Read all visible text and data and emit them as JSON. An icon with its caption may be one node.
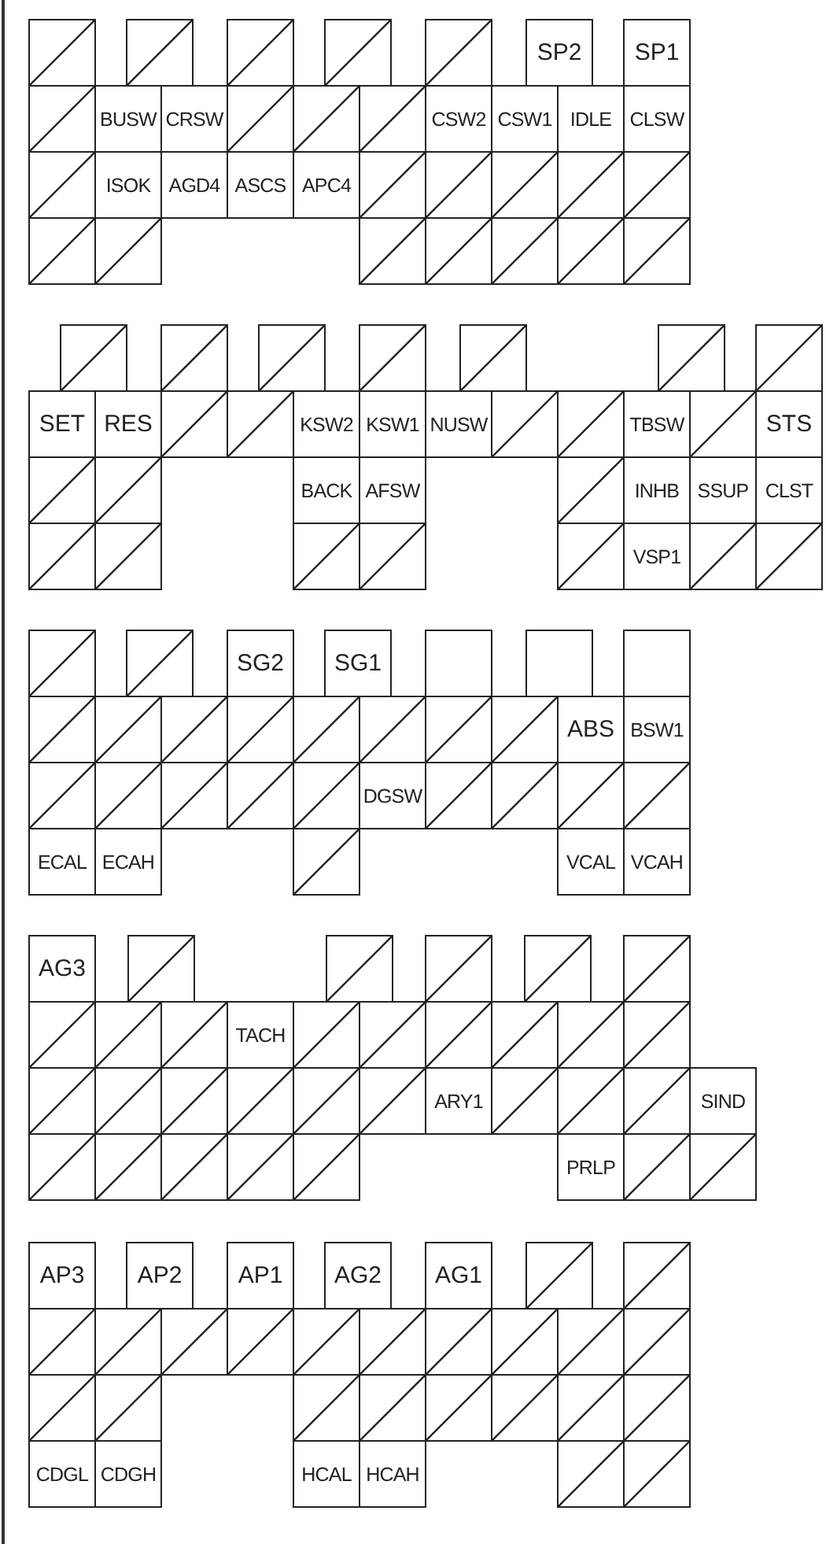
{
  "diagram": {
    "nodes": [
      {
        "text": [],
        "shape": "slashed"
      },
      {
        "text": [],
        "shape": "slashed"
      },
      {
        "text": [],
        "shape": "slashed"
      },
      {
        "text": [],
        "shape": "slashed"
      },
      {
        "text": [],
        "shape": "slashed"
      },
      {
        "text": [
          "SP2"
        ]
      },
      {
        "text": [
          "SP1"
        ]
      },
      {
        "text": [],
        "shape": "slashed"
      },
      {
        "text": [
          "BUSW"
        ]
      },
      {
        "text": [
          "CRSW"
        ]
      },
      {
        "text": [],
        "shape": "slashed"
      },
      {
        "text": [],
        "shape": "slashed"
      },
      {
        "text": [],
        "shape": "slashed"
      },
      {
        "text": [
          "CSW2"
        ]
      },
      {
        "text": [
          "CSW1"
        ]
      },
      {
        "text": [
          "IDLE"
        ]
      },
      {
        "text": [
          "CLSW"
        ]
      },
      {
        "text": [],
        "shape": "slashed"
      },
      {
        "text": [
          "ISOK"
        ]
      },
      {
        "text": [
          "AGD4"
        ]
      },
      {
        "text": [
          "ASCS"
        ]
      },
      {
        "text": [
          "APC4"
        ]
      },
      {
        "text": [],
        "shape": "slashed"
      },
      {
        "text": [],
        "shape": "slashed"
      },
      {
        "text": [],
        "shape": "slashed"
      },
      {
        "text": [],
        "shape": "slashed"
      },
      {
        "text": [],
        "shape": "slashed"
      },
      {
        "text": [],
        "shape": "slashed"
      },
      {
        "text": [],
        "shape": "slashed"
      },
      {
        "text": [],
        "shape": "slashed"
      },
      {
        "text": [],
        "shape": "slashed"
      },
      {
        "text": [],
        "shape": "slashed"
      },
      {
        "text": [],
        "shape": "slashed"
      },
      {
        "text": [],
        "shape": "slashed"
      },
      {
        "text": [],
        "shape": "slashed"
      },
      {
        "text": [],
        "shape": "slashed"
      },
      {
        "text": [],
        "shape": "slashed"
      },
      {
        "text": [],
        "shape": "slashed"
      },
      {
        "text": [],
        "shape": "slashed"
      },
      {
        "text": [],
        "shape": "slashed"
      },
      {
        "text": [],
        "shape": "slashed"
      },
      {
        "text": [
          "SET"
        ]
      },
      {
        "text": [
          "RES"
        ]
      },
      {
        "text": [],
        "shape": "slashed"
      },
      {
        "text": [],
        "shape": "slashed"
      },
      {
        "text": [
          "KSW2"
        ]
      },
      {
        "text": [
          "KSW1"
        ]
      },
      {
        "text": [
          "NUSW"
        ]
      },
      {
        "text": [],
        "shape": "slashed"
      },
      {
        "text": [],
        "shape": "slashed"
      },
      {
        "text": [
          "TBSW"
        ]
      },
      {
        "text": [],
        "shape": "slashed"
      },
      {
        "text": [
          "STS"
        ]
      },
      {
        "text": [],
        "shape": "slashed"
      },
      {
        "text": [],
        "shape": "slashed"
      },
      {
        "text": [
          "BACK"
        ]
      },
      {
        "text": [
          "AFSW"
        ]
      },
      {
        "text": [],
        "shape": "slashed"
      },
      {
        "text": [
          "INHB"
        ]
      },
      {
        "text": [
          "SSUP"
        ]
      },
      {
        "text": [
          "CLST"
        ]
      },
      {
        "text": [],
        "shape": "slashed"
      },
      {
        "text": [],
        "shape": "slashed"
      },
      {
        "text": [],
        "shape": "slashed"
      },
      {
        "text": [],
        "shape": "slashed"
      },
      {
        "text": [],
        "shape": "slashed"
      },
      {
        "text": [
          "VSP1"
        ]
      },
      {
        "text": [],
        "shape": "slashed"
      },
      {
        "text": [],
        "shape": "slashed"
      },
      {
        "text": [],
        "shape": "slashed"
      },
      {
        "text": [],
        "shape": "slashed"
      },
      {
        "text": [
          "SG2"
        ]
      },
      {
        "text": [
          "SG1"
        ]
      },
      {
        "text": [],
        "shape": "box"
      },
      {
        "text": [],
        "shape": "box"
      },
      {
        "text": [],
        "shape": "box"
      },
      {
        "text": [],
        "shape": "slashed"
      },
      {
        "text": [],
        "shape": "slashed"
      },
      {
        "text": [],
        "shape": "slashed"
      },
      {
        "text": [],
        "shape": "slashed"
      },
      {
        "text": [],
        "shape": "slashed"
      },
      {
        "text": [],
        "shape": "slashed"
      },
      {
        "text": [],
        "shape": "slashed"
      },
      {
        "text": [],
        "shape": "slashed"
      },
      {
        "text": [
          "ABS"
        ]
      },
      {
        "text": [
          "BSW1"
        ]
      },
      {
        "text": [],
        "shape": "slashed"
      },
      {
        "text": [],
        "shape": "slashed"
      },
      {
        "text": [],
        "shape": "slashed"
      },
      {
        "text": [],
        "shape": "slashed"
      },
      {
        "text": [],
        "shape": "slashed"
      },
      {
        "text": [
          "DGSW"
        ]
      },
      {
        "text": [],
        "shape": "slashed"
      },
      {
        "text": [],
        "shape": "slashed"
      },
      {
        "text": [],
        "shape": "slashed"
      },
      {
        "text": [],
        "shape": "slashed"
      },
      {
        "text": [
          "ECAL"
        ]
      },
      {
        "text": [
          "ECAH"
        ]
      },
      {
        "text": [],
        "shape": "slashed"
      },
      {
        "text": [
          "VCAL"
        ]
      },
      {
        "text": [
          "VCAH"
        ]
      },
      {
        "text": [
          "AG3"
        ]
      },
      {
        "text": [],
        "shape": "slashed"
      },
      {
        "text": [],
        "shape": "slashed"
      },
      {
        "text": [],
        "shape": "slashed"
      },
      {
        "text": [],
        "shape": "slashed"
      },
      {
        "text": [],
        "shape": "slashed"
      },
      {
        "text": [],
        "shape": "slashed"
      },
      {
        "text": [],
        "shape": "slashed"
      },
      {
        "text": [],
        "shape": "slashed"
      },
      {
        "text": [
          "TACH"
        ]
      },
      {
        "text": [],
        "shape": "slashed"
      },
      {
        "text": [],
        "shape": "slashed"
      },
      {
        "text": [],
        "shape": "slashed"
      },
      {
        "text": [],
        "shape": "slashed"
      },
      {
        "text": [],
        "shape": "slashed"
      },
      {
        "text": [],
        "shape": "slashed"
      },
      {
        "text": [],
        "shape": "slashed"
      },
      {
        "text": [],
        "shape": "slashed"
      },
      {
        "text": [],
        "shape": "slashed"
      },
      {
        "text": [],
        "shape": "slashed"
      },
      {
        "text": [],
        "shape": "slashed"
      },
      {
        "text": [],
        "shape": "slashed"
      },
      {
        "text": [
          "ARY1"
        ]
      },
      {
        "text": [],
        "shape": "slashed"
      },
      {
        "text": [],
        "shape": "slashed"
      },
      {
        "text": [],
        "shape": "slashed"
      },
      {
        "text": [
          "SIND"
        ]
      },
      {
        "text": [],
        "shape": "slashed"
      },
      {
        "text": [],
        "shape": "slashed"
      },
      {
        "text": [],
        "shape": "slashed"
      },
      {
        "text": [],
        "shape": "slashed"
      },
      {
        "text": [],
        "shape": "slashed"
      },
      {
        "text": [
          "PRLP"
        ]
      },
      {
        "text": [],
        "shape": "slashed"
      },
      {
        "text": [],
        "shape": "slashed"
      },
      {
        "text": [
          "AP3"
        ]
      },
      {
        "text": [
          "AP2"
        ]
      },
      {
        "text": [
          "AP1"
        ]
      },
      {
        "text": [
          "AG2"
        ]
      },
      {
        "text": [
          "AG1"
        ]
      },
      {
        "text": [],
        "shape": "slashed"
      },
      {
        "text": [],
        "shape": "slashed"
      },
      {
        "text": [],
        "shape": "slashed"
      },
      {
        "text": [],
        "shape": "slashed"
      },
      {
        "text": [],
        "shape": "slashed"
      },
      {
        "text": [],
        "shape": "slashed"
      },
      {
        "text": [],
        "shape": "slashed"
      },
      {
        "text": [],
        "shape": "slashed"
      },
      {
        "text": [],
        "shape": "slashed"
      },
      {
        "text": [],
        "shape": "slashed"
      },
      {
        "text": [],
        "shape": "slashed"
      },
      {
        "text": [],
        "shape": "slashed"
      },
      {
        "text": [],
        "shape": "slashed"
      },
      {
        "text": [],
        "shape": "slashed"
      },
      {
        "text": [],
        "shape": "slashed"
      },
      {
        "text": [],
        "shape": "slashed"
      },
      {
        "text": [],
        "shape": "slashed"
      },
      {
        "text": [],
        "shape": "slashed"
      },
      {
        "text": [],
        "shape": "slashed"
      },
      {
        "text": [],
        "shape": "slashed"
      },
      {
        "text": [
          "CDGL"
        ]
      },
      {
        "text": [
          "CDGH"
        ]
      },
      {
        "text": [
          "HCAL"
        ]
      },
      {
        "text": [
          "HCAH"
        ]
      },
      {
        "text": [],
        "shape": "slashed"
      },
      {
        "text": [],
        "shape": "slashed"
      }
    ]
  }
}
